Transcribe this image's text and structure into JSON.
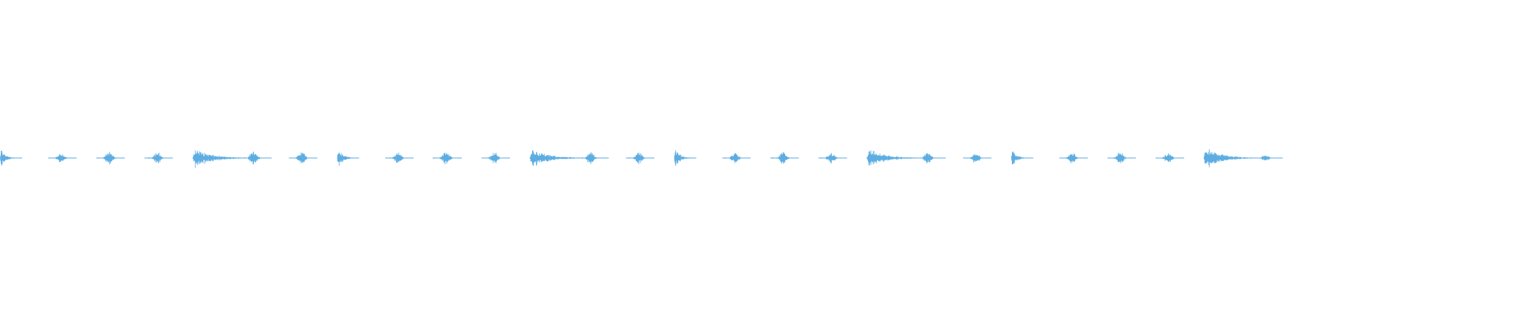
{
  "waveform": {
    "color": "#5dade2",
    "background": "#ffffff",
    "baseline_visible": true,
    "bursts": [
      {
        "kind": "onset",
        "amp": 0.42
      },
      {
        "kind": "blip",
        "amp": 0.25
      },
      {
        "kind": "blip",
        "amp": 0.36
      },
      {
        "kind": "blip",
        "amp": 0.3
      },
      {
        "kind": "long",
        "amp": 0.52
      },
      {
        "kind": "blip",
        "amp": 0.36
      },
      {
        "kind": "blip",
        "amp": 0.33
      },
      {
        "kind": "onset",
        "amp": 0.46
      },
      {
        "kind": "blip",
        "amp": 0.27
      },
      {
        "kind": "blip",
        "amp": 0.34
      },
      {
        "kind": "blip",
        "amp": 0.28
      },
      {
        "kind": "long",
        "amp": 0.5
      },
      {
        "kind": "blip",
        "amp": 0.3
      },
      {
        "kind": "blip",
        "amp": 0.3
      },
      {
        "kind": "onset",
        "amp": 0.44
      },
      {
        "kind": "blip",
        "amp": 0.26
      },
      {
        "kind": "blip",
        "amp": 0.3
      },
      {
        "kind": "blip",
        "amp": 0.28
      },
      {
        "kind": "long",
        "amp": 0.48
      },
      {
        "kind": "blip",
        "amp": 0.28
      },
      {
        "kind": "blip",
        "amp": 0.28
      },
      {
        "kind": "onset",
        "amp": 0.4
      },
      {
        "kind": "blip",
        "amp": 0.25
      },
      {
        "kind": "blip",
        "amp": 0.28
      },
      {
        "kind": "blip",
        "amp": 0.26
      },
      {
        "kind": "long",
        "amp": 0.55
      }
    ]
  }
}
